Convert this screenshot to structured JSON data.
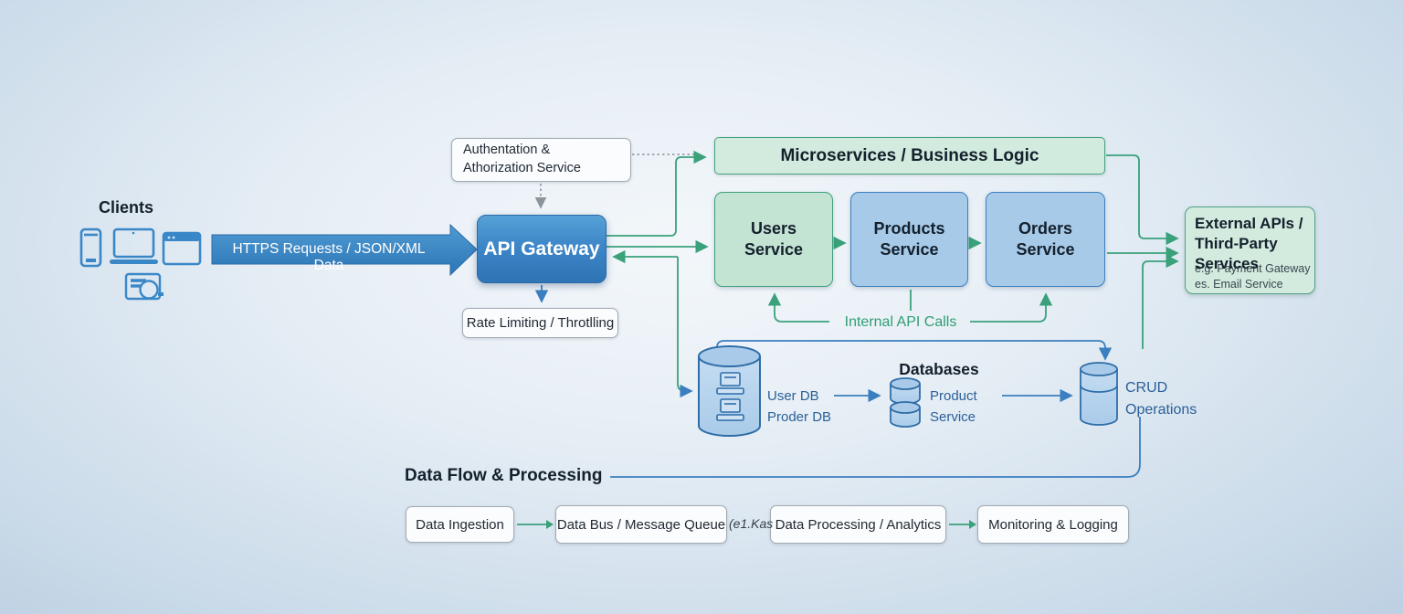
{
  "clients": {
    "title": "Clients"
  },
  "https_arrow": {
    "label": "HTTPS Requests / JSON/XML Data"
  },
  "auth_service": {
    "label": "Authentation & Athorization Service"
  },
  "api_gateway": {
    "label": "API Gateway"
  },
  "rate_limiting": {
    "label": "Rate Limiting / Throtlling"
  },
  "microservices": {
    "header": "Microservices / Business Logic",
    "services": [
      {
        "label": "Users Service"
      },
      {
        "label": "Products Service"
      },
      {
        "label": "Orders Service"
      }
    ]
  },
  "labels": {
    "internal_api_calls": "Internal API Calls"
  },
  "external": {
    "title": "External APIs / Third-Party Services",
    "note1": "e.g. Payment Gateway",
    "note2": "es. Email Service"
  },
  "databases": {
    "title": "Databases",
    "user_db": "User DB",
    "proder_db": "Proder DB",
    "product": "Product",
    "service": "Service",
    "crud_line1": "CRUD",
    "crud_line2": "Operations"
  },
  "data_flow": {
    "title": "Data Flow & Processing",
    "boxes": [
      "Data Ingestion",
      "Data Bus / Message Queue",
      "Data Processing / Analytics",
      "Monitoring & Logging"
    ],
    "queue_note": "(e1.Kas"
  },
  "colors": {
    "connector_green": "#3aa17b",
    "connector_blue": "#3b7fc0",
    "gateway_blue": "#3d86c8",
    "service_green_fill": "#c3e3d3",
    "service_blue_fill": "#a7cae9",
    "external_fill": "#d2ebde",
    "db_cylinder_fill": "#bcd7f0",
    "background": "#d4e2ee"
  }
}
